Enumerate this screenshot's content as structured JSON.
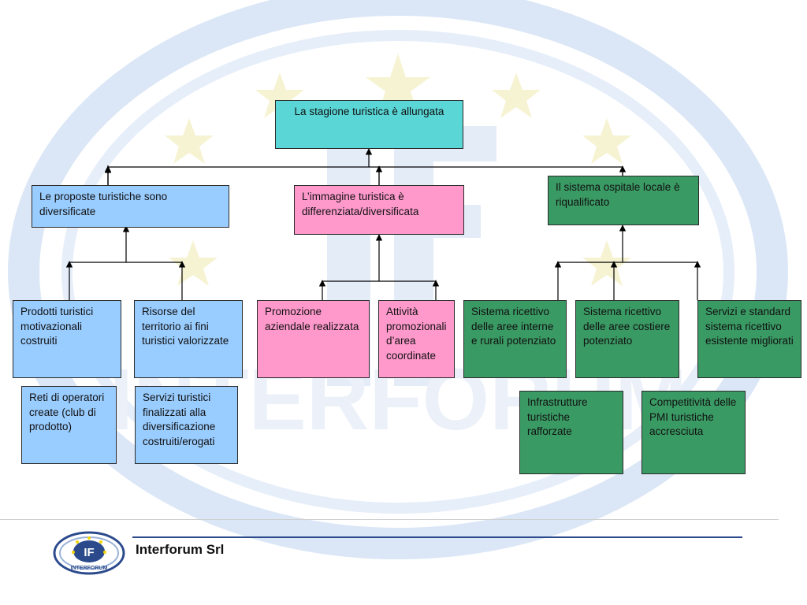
{
  "diagram": {
    "root": "La stagione turistica è allungata",
    "level1": {
      "left": "Le proposte turistiche sono diversificate",
      "middle": "L’immagine turistica è differenziata/diversificata",
      "right": "Il sistema ospitale locale è riqualificato"
    },
    "leaves": {
      "prodotti": "Prodotti turistici motivazionali costruiti",
      "risorse": "Risorse del territorio ai fini turistici valorizzate",
      "promozione": "Promozione aziendale realizzata",
      "attivita": "Attività promozionali d’area coordinate",
      "sistema_interne": "Sistema ricettivo delle aree interne e rurali potenziato",
      "sistema_costiere": "Sistema ricettivo delle aree costiere potenziato",
      "servizi_standard": "Servizi e standard sistema ricettivo esistente migliorati",
      "reti": "Reti di operatori create (club di prodotto)",
      "servizi_finalizzati": "Servizi turistici finalizzati alla diversificazione costruiti/erogati",
      "infrastrutture": "Infrastrutture turistiche rafforzate",
      "competitivita": "Competitività delle PMI turistiche accresciuta"
    }
  },
  "footer": {
    "company": "Interforum Srl",
    "logo_text": "IF",
    "logo_ring_text": "INTERFORUM"
  },
  "background": {
    "watermark_text": "INTERFORUM"
  },
  "colors": {
    "teal": "#5ad6d6",
    "blue": "#99ccff",
    "pink": "#ff99cc",
    "green": "#3a9a64",
    "footer_rule": "#2b4a8c"
  }
}
